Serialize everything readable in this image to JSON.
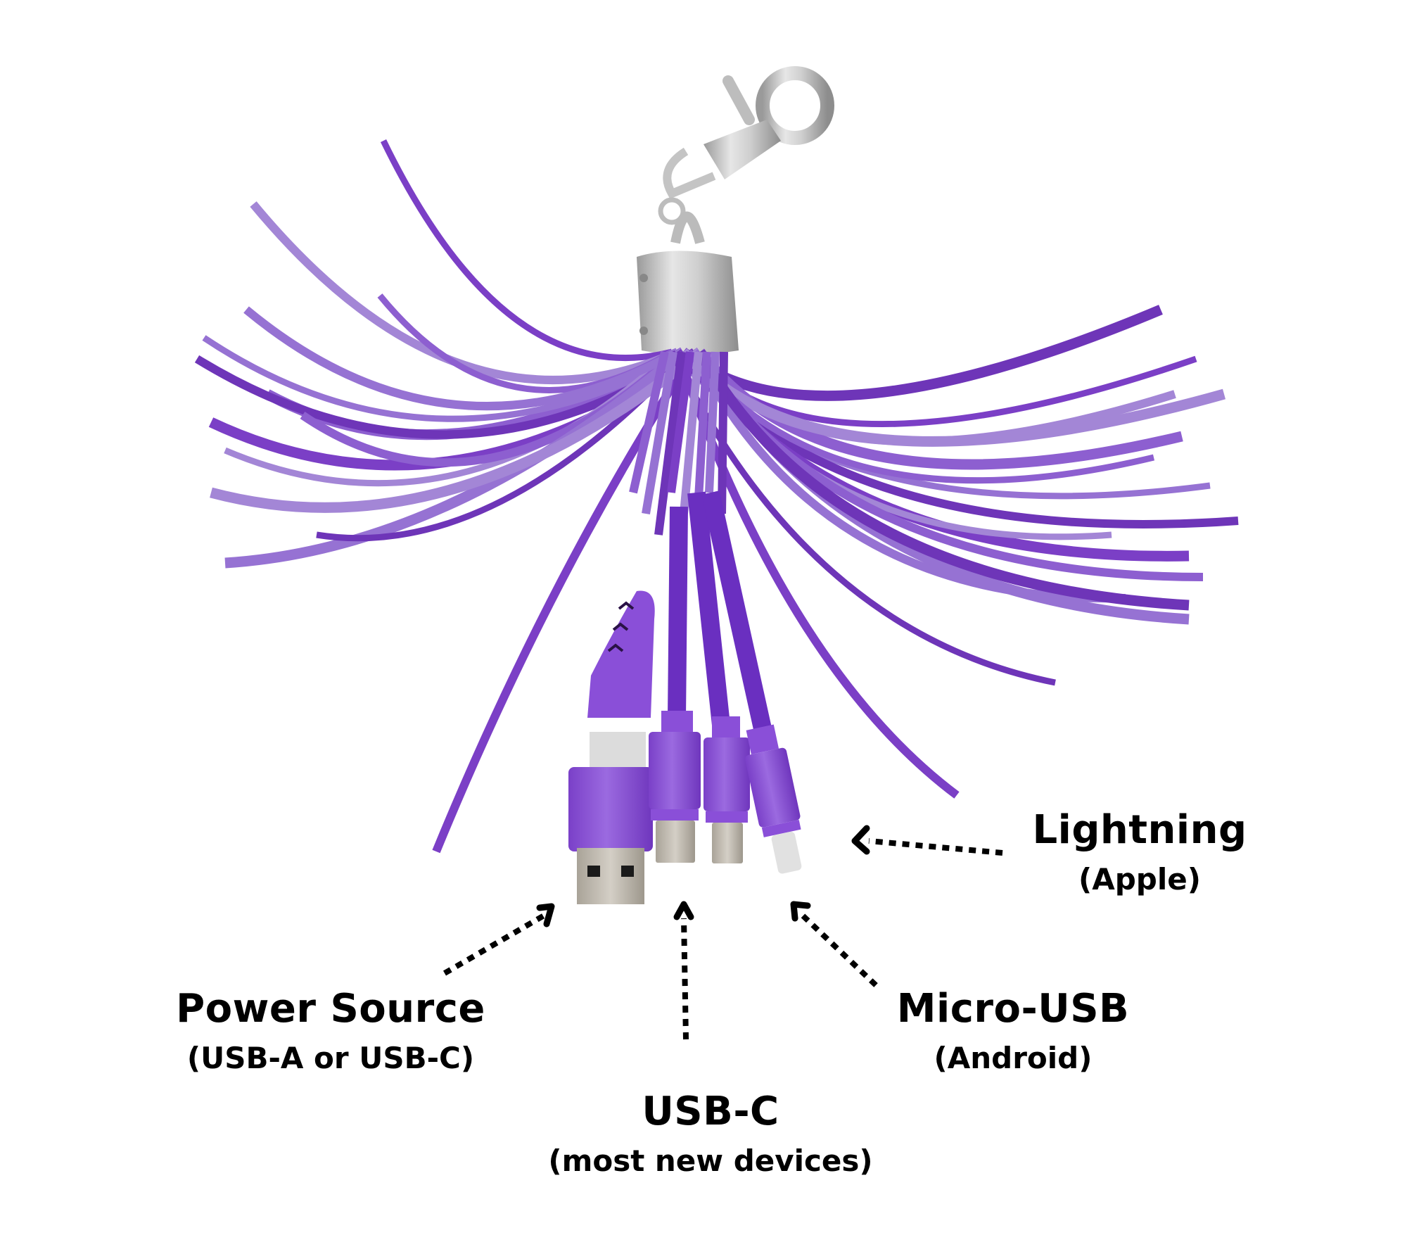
{
  "image": {
    "description": "Purple leather tassel keychain with multi-connector charging cable",
    "colors": {
      "background": "#ffffff",
      "tassel_dark": "#7b3fc6",
      "tassel_light": "#a386d6",
      "connector_purple": "#8a4fd8",
      "metal": "#c8c8c8",
      "text": "#000000"
    }
  },
  "labels": {
    "lightning": {
      "title": "Lightning",
      "subtitle": "(Apple)"
    },
    "power_source": {
      "title": "Power Source",
      "subtitle": "(USB-A or USB-C)"
    },
    "usb_c": {
      "title": "USB-C",
      "subtitle": "(most new devices)"
    },
    "micro_usb": {
      "title": "Micro-USB",
      "subtitle": "(Android)"
    }
  }
}
